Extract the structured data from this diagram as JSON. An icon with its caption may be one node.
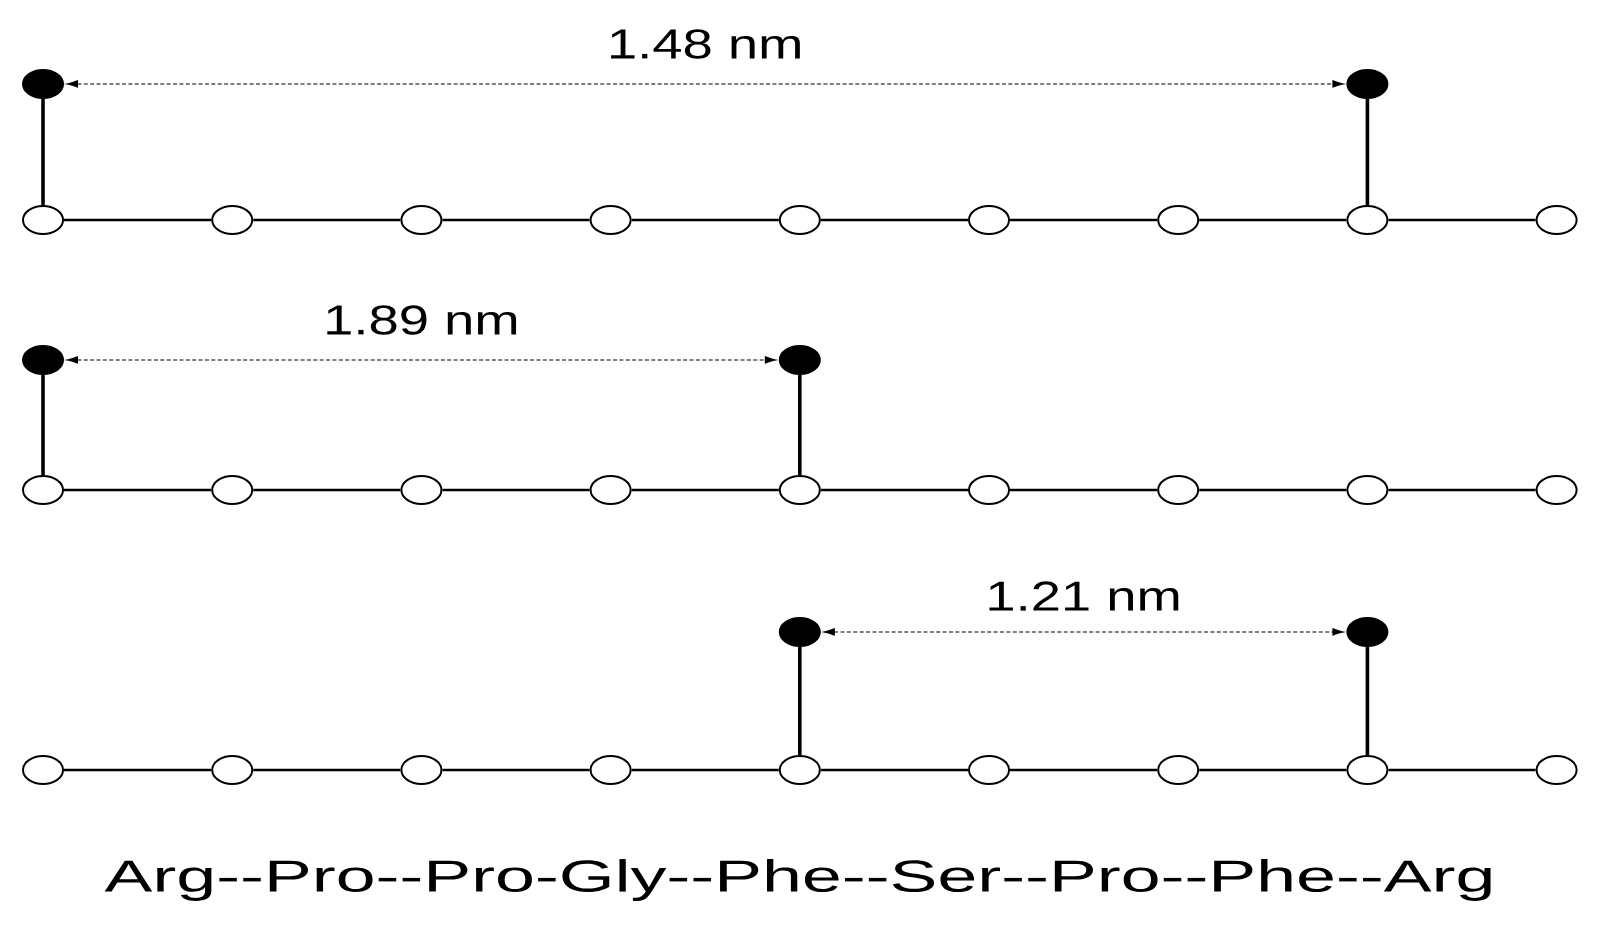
{
  "diagram": {
    "nodes": [
      {
        "text": [],
        "shape": "circle"
      },
      {
        "text": [],
        "shape": "circle"
      },
      {
        "text": [],
        "shape": "circle"
      },
      {
        "text": [],
        "shape": "circle"
      },
      {
        "text": [],
        "shape": "circle"
      },
      {
        "text": [],
        "shape": "circle"
      },
      {
        "text": [],
        "shape": "circle"
      },
      {
        "text": [],
        "shape": "circle"
      },
      {
        "text": [],
        "shape": "circle"
      },
      {
        "text": [],
        "shape": "dot"
      },
      {
        "text": [],
        "shape": "dot"
      },
      {
        "text": [],
        "shape": "circle"
      },
      {
        "text": [],
        "shape": "circle"
      },
      {
        "text": [],
        "shape": "circle"
      },
      {
        "text": [],
        "shape": "circle"
      },
      {
        "text": [],
        "shape": "circle"
      },
      {
        "text": [],
        "shape": "circle"
      },
      {
        "text": [],
        "shape": "circle"
      },
      {
        "text": [],
        "shape": "circle"
      },
      {
        "text": [],
        "shape": "circle"
      },
      {
        "text": [],
        "shape": "dot"
      },
      {
        "text": [],
        "shape": "dot"
      },
      {
        "text": [],
        "shape": "circle"
      },
      {
        "text": [],
        "shape": "circle"
      },
      {
        "text": [],
        "shape": "circle"
      },
      {
        "text": [],
        "shape": "circle"
      },
      {
        "text": [],
        "shape": "circle"
      },
      {
        "text": [],
        "shape": "circle"
      },
      {
        "text": [],
        "shape": "circle"
      },
      {
        "text": [],
        "shape": "circle"
      },
      {
        "text": [],
        "shape": "circle"
      },
      {
        "text": [],
        "shape": "dot"
      },
      {
        "text": [],
        "shape": "dot"
      }
    ],
    "edges": [
      {
        "from": 0,
        "to": 1,
        "arrow": "none"
      },
      {
        "from": 1,
        "to": 2,
        "arrow": "none"
      },
      {
        "from": 2,
        "to": 3,
        "arrow": "none"
      },
      {
        "from": 3,
        "to": 4,
        "arrow": "none"
      },
      {
        "from": 4,
        "to": 5,
        "arrow": "none"
      },
      {
        "from": 5,
        "to": 6,
        "arrow": "none"
      },
      {
        "from": 6,
        "to": 7,
        "arrow": "none"
      },
      {
        "from": 7,
        "to": 8,
        "arrow": "none"
      },
      {
        "from": 0,
        "to": 9,
        "arrow": "none"
      },
      {
        "from": 7,
        "to": 10,
        "arrow": "none"
      },
      {
        "from": 11,
        "to": 12,
        "arrow": "none"
      },
      {
        "from": 12,
        "to": 13,
        "arrow": "none"
      },
      {
        "from": 13,
        "to": 14,
        "arrow": "none"
      },
      {
        "from": 14,
        "to": 15,
        "arrow": "none"
      },
      {
        "from": 15,
        "to": 16,
        "arrow": "none"
      },
      {
        "from": 16,
        "to": 17,
        "arrow": "none"
      },
      {
        "from": 17,
        "to": 18,
        "arrow": "none"
      },
      {
        "from": 18,
        "to": 19,
        "arrow": "none"
      },
      {
        "from": 11,
        "to": 20,
        "arrow": "none"
      },
      {
        "from": 15,
        "to": 21,
        "arrow": "none"
      },
      {
        "from": 22,
        "to": 23,
        "arrow": "none"
      },
      {
        "from": 23,
        "to": 24,
        "arrow": "none"
      },
      {
        "from": 24,
        "to": 25,
        "arrow": "none"
      },
      {
        "from": 25,
        "to": 26,
        "arrow": "none"
      },
      {
        "from": 26,
        "to": 27,
        "arrow": "none"
      },
      {
        "from": 27,
        "to": 28,
        "arrow": "none"
      },
      {
        "from": 28,
        "to": 29,
        "arrow": "none"
      },
      {
        "from": 29,
        "to": 30,
        "arrow": "none"
      },
      {
        "from": 26,
        "to": 31,
        "arrow": "none"
      },
      {
        "from": 29,
        "to": 32,
        "arrow": "none"
      }
    ],
    "labels": [
      "1.48 nm",
      "1.89 nm",
      "1.21 nm",
      "Arg--Pro--Pro-Gly--Phe--Ser--Pro--Phe--Arg"
    ]
  }
}
